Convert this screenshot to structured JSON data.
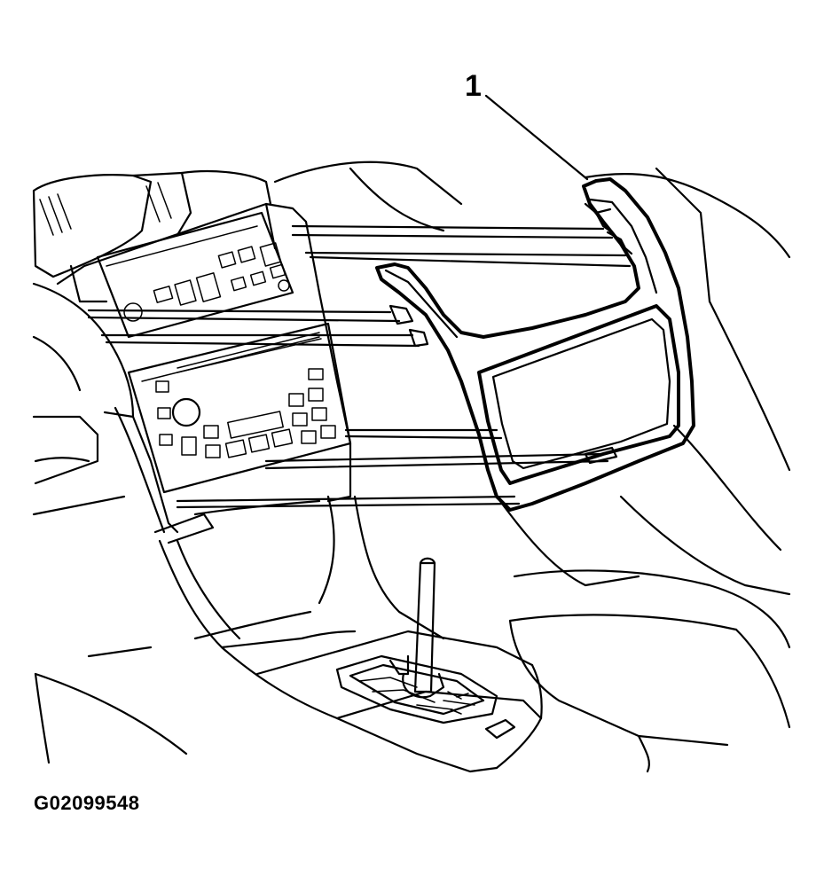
{
  "diagram": {
    "callouts": [
      {
        "label": "1",
        "part": "trim-bezel"
      }
    ],
    "figure_id": "G02099548"
  }
}
